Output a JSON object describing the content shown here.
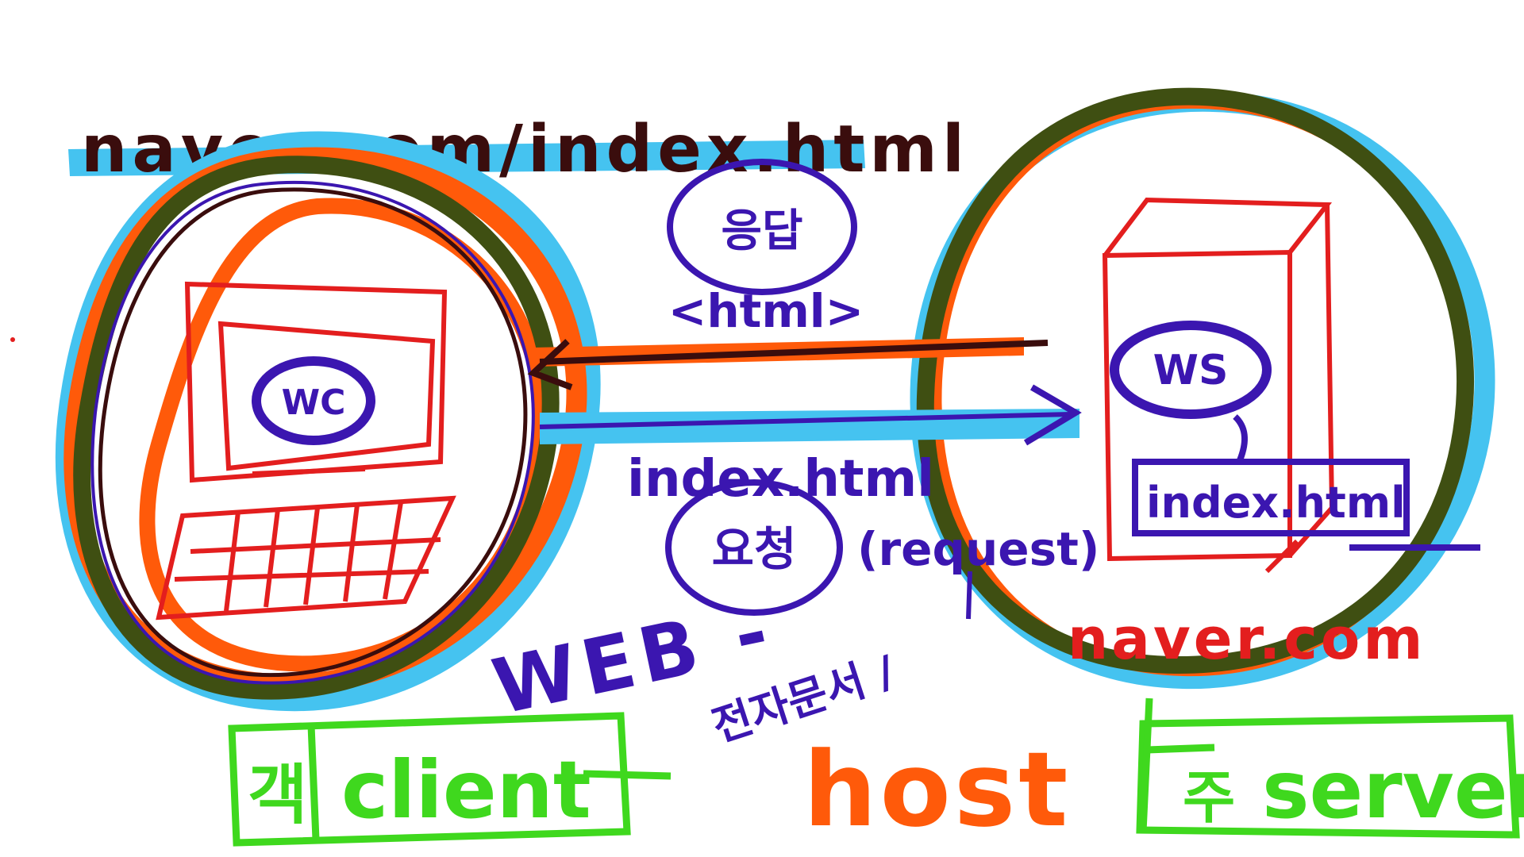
{
  "colors": {
    "red": "#e31e1e",
    "orange": "#ff5a0a",
    "sky": "#45c3f0",
    "olive": "#3f4f12",
    "purple": "#3b16b0",
    "green": "#3fd81e",
    "darkbrown": "#3a0d0d"
  },
  "labels": {
    "url_top": "naver.com/index.html",
    "response_ko": "응답",
    "response_html": "<html>",
    "request_file": "index.html",
    "request_ko": "요청",
    "request_en": "(request)",
    "web": "WEB -",
    "web_ko": "전자문서 /",
    "client_badge": "WC",
    "server_badge": "WS",
    "server_file": "index.html",
    "server_domain": "naver.com",
    "client_ko": "객",
    "client_en": "client",
    "host": "host",
    "server_ko": "주",
    "server_en": "server"
  },
  "icons": {
    "client": "computer-icon",
    "server": "server-tower-icon"
  }
}
